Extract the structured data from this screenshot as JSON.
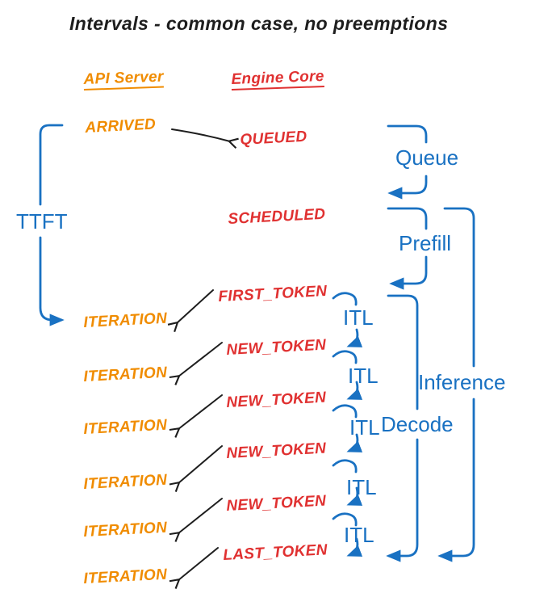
{
  "title": "Intervals - common case, no preemptions",
  "columns": {
    "api_server": "API Server",
    "engine_core": "Engine Core"
  },
  "events": {
    "arrived": "ARRIVED",
    "queued": "QUEUED",
    "scheduled": "SCHEDULED",
    "first_token": "FIRST_TOKEN",
    "new_token": "NEW_TOKEN",
    "last_token": "LAST_TOKEN",
    "iteration": "ITERATION"
  },
  "intervals": {
    "ttft": "TTFT",
    "queue": "Queue",
    "prefill": "Prefill",
    "itl": "ITL",
    "decode": "Decode",
    "inference": "Inference"
  },
  "colors": {
    "api_server_orange": "#f08c00",
    "engine_core_red": "#e03131",
    "interval_blue": "#1971c2",
    "arrow_black": "#1e1e1e",
    "background": "#ffffff"
  }
}
